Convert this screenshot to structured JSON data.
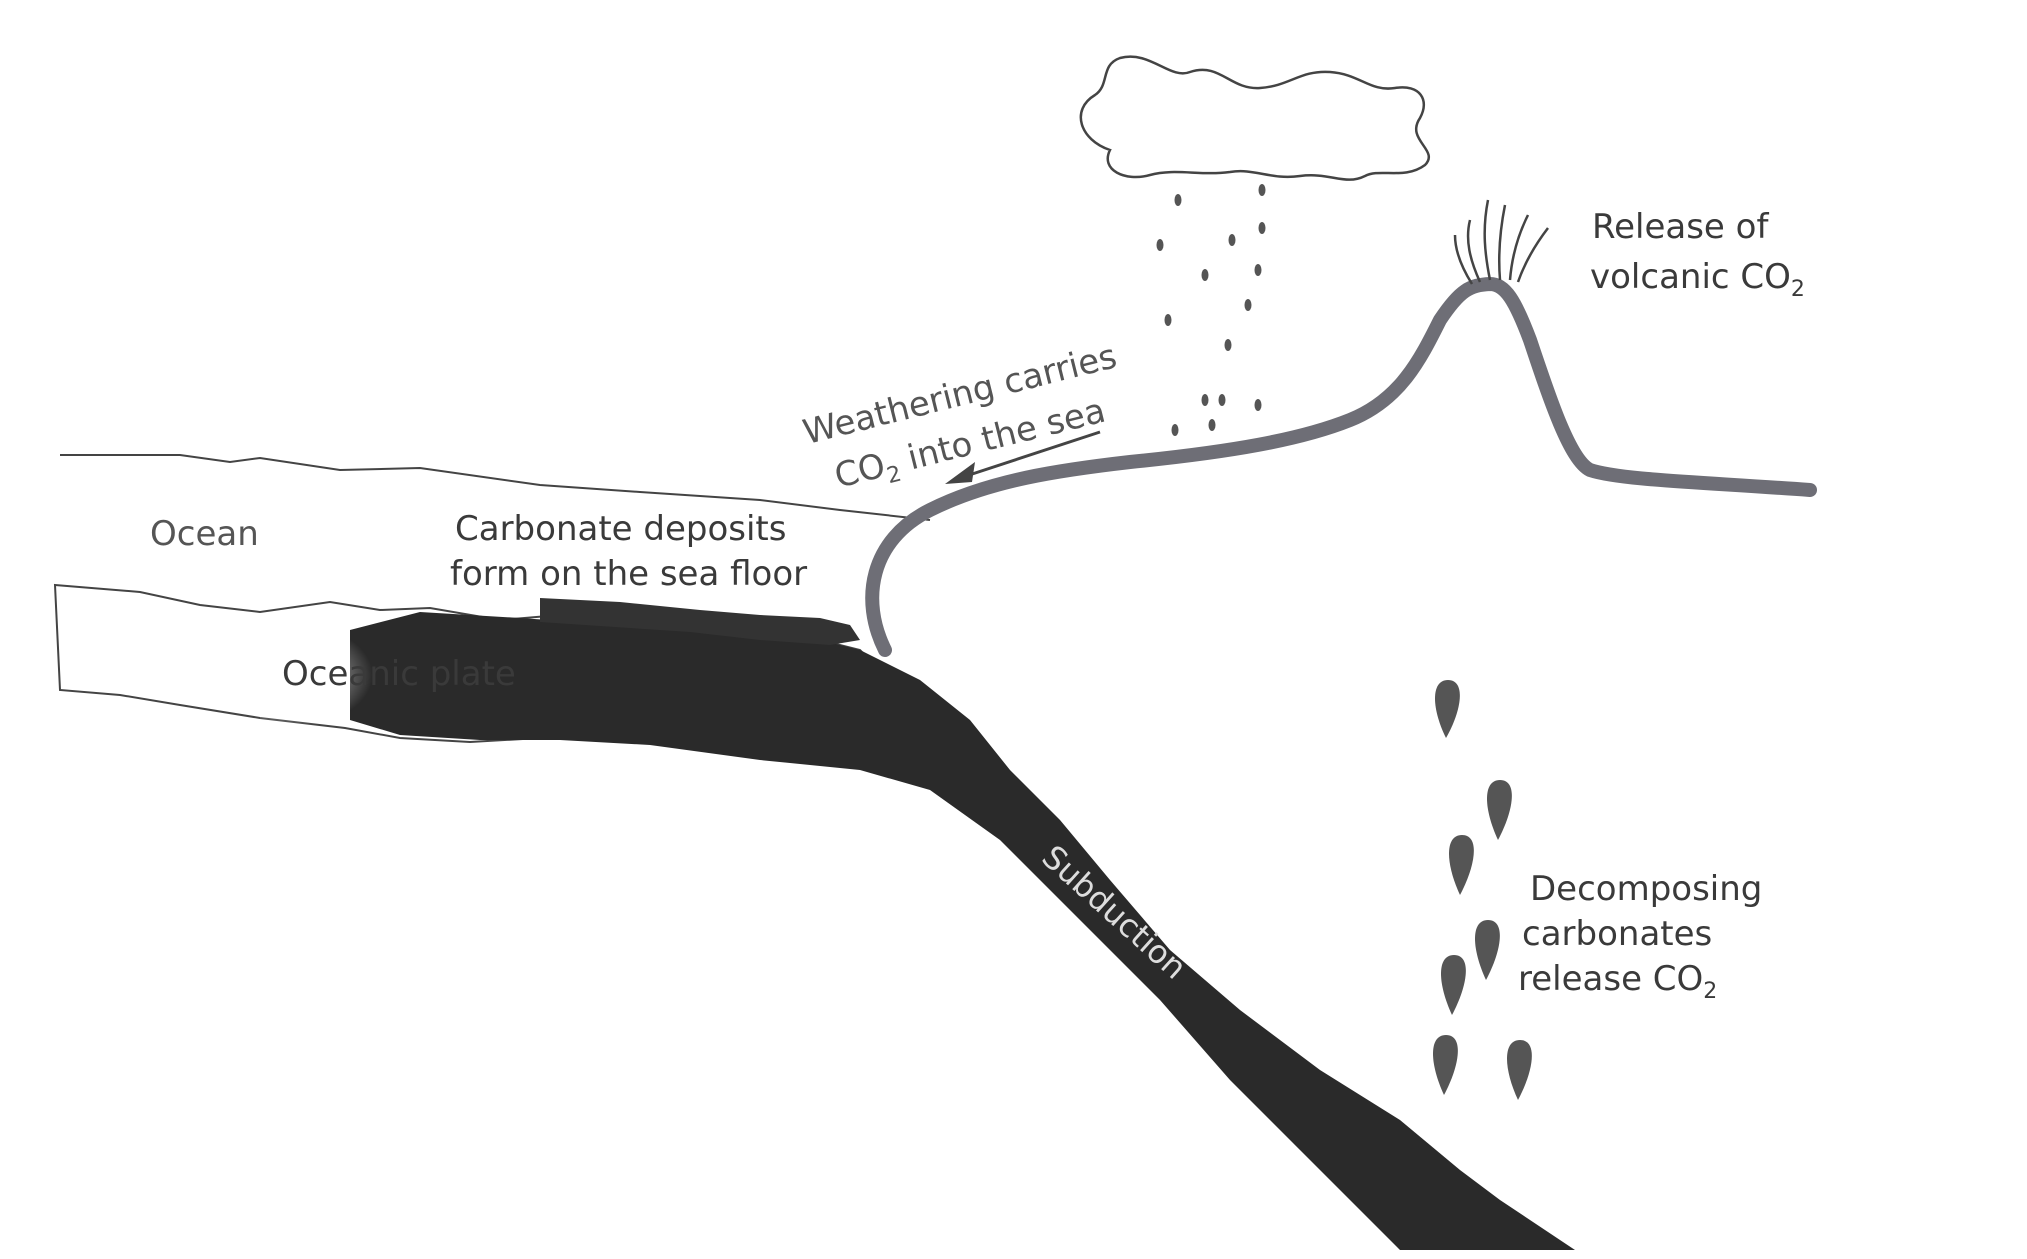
{
  "labels": {
    "ocean": "Ocean",
    "carbonate_line1": "Carbonate deposits",
    "carbonate_line2": "form on the sea floor",
    "oceanic_plate": "Oceanic plate",
    "subduction": "Subduction",
    "weathering_line1": "Weathering carries",
    "weathering_line2_pre": "CO",
    "weathering_line2_sub": "2",
    "weathering_line2_post": " into the sea",
    "volcanic_line1": "Release of",
    "volcanic_line2_pre": "volcanic CO",
    "volcanic_line2_sub": "2",
    "decomposing_line1": "Decomposing",
    "decomposing_line2": "carbonates",
    "decomposing_line3_pre": "release CO",
    "decomposing_line3_sub": "2"
  },
  "colors": {
    "plate_dark": "#2a2a2a",
    "coast_line": "#6e6e76",
    "text": "#3a3a3a"
  }
}
